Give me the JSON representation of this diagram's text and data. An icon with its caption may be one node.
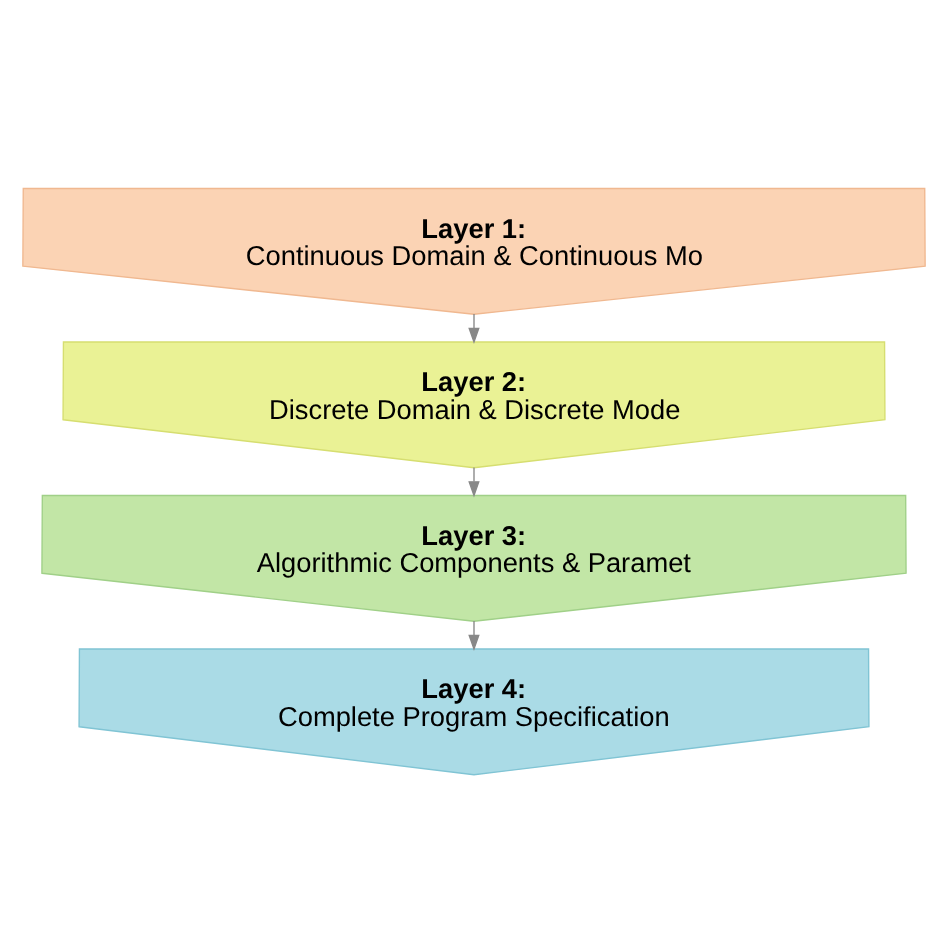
{
  "diagram": {
    "nodes": [
      {
        "text": [
          "Layer 1:",
          "Continuous Domain & Continuous Mo"
        ]
      },
      {
        "text": [
          "Layer 2:",
          "Discrete Domain & Discrete Mode"
        ]
      },
      {
        "text": [
          "Layer 3:",
          "Algorithmic Components & Paramet"
        ]
      },
      {
        "text": [
          "Layer 4:",
          "Complete Program Specification"
        ]
      }
    ],
    "edges": [
      {
        "from": 0,
        "to": 1,
        "arrow": "to"
      },
      {
        "from": 1,
        "to": 2,
        "arrow": "to"
      },
      {
        "from": 2,
        "to": 3,
        "arrow": "to"
      }
    ]
  }
}
